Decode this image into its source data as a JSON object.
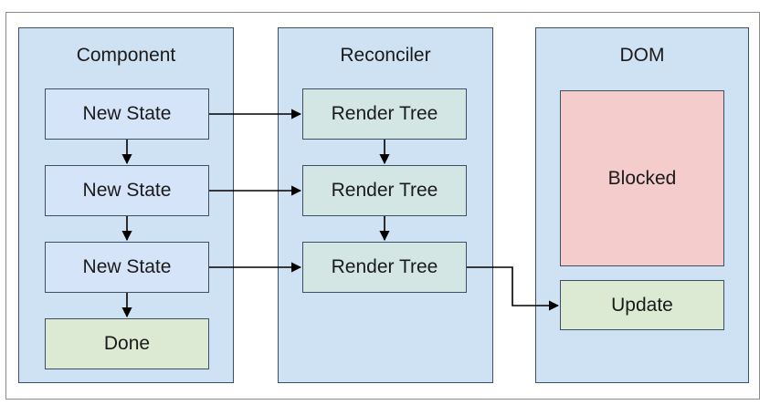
{
  "columns": {
    "component": {
      "title": "Component"
    },
    "reconciler": {
      "title": "Reconciler"
    },
    "dom": {
      "title": "DOM"
    }
  },
  "component_boxes": [
    "New State",
    "New State",
    "New State",
    "Done"
  ],
  "reconciler_boxes": [
    "Render Tree",
    "Render Tree",
    "Render Tree"
  ],
  "dom_boxes": {
    "blocked": "Blocked",
    "update": "Update"
  },
  "colors": {
    "column_fill": "#cfe2f3",
    "state_fill": "#d6e4f9",
    "render_fill": "#d4e6e4",
    "done_update_fill": "#dcead3",
    "blocked_fill": "#f4cccc",
    "stroke": "#3d4f63"
  }
}
